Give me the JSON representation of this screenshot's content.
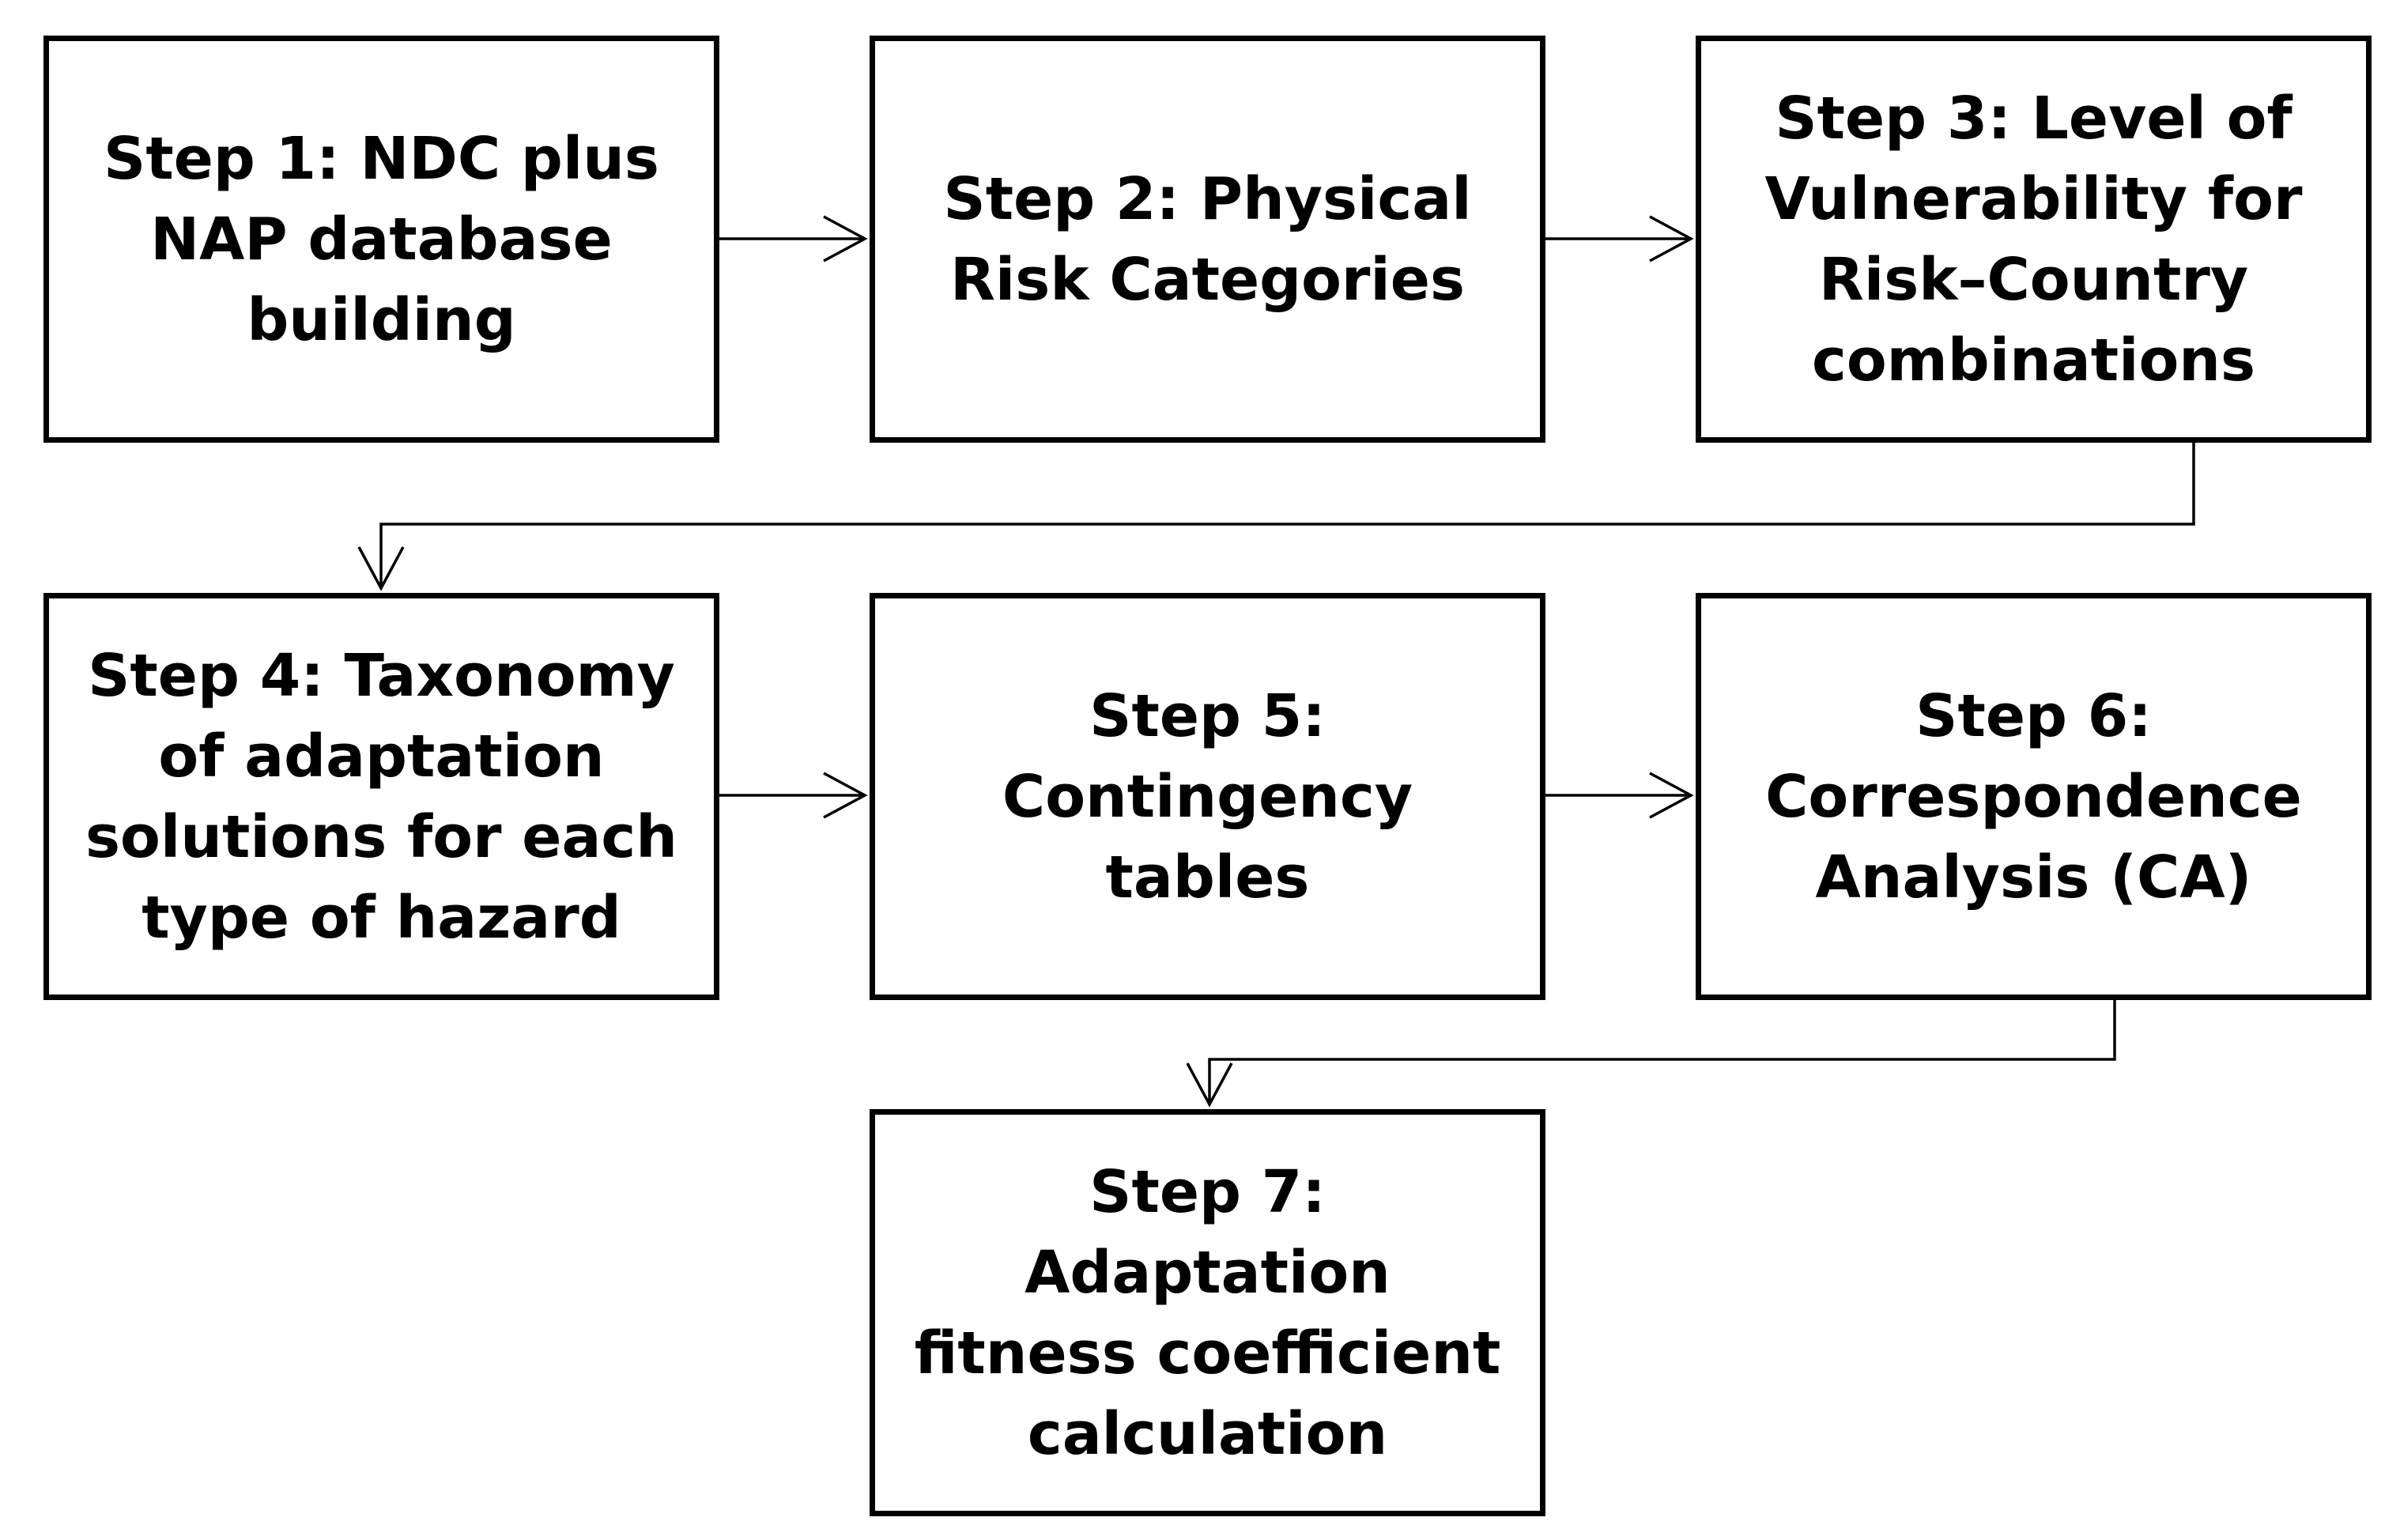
{
  "steps": [
    {
      "id": 1,
      "label": "Step 1: NDC plus NAP database building"
    },
    {
      "id": 2,
      "label": "Step 2: Physical Risk Categories"
    },
    {
      "id": 3,
      "label": "Step 3: Level of Vulnerability for Risk–Country combinations"
    },
    {
      "id": 4,
      "label": "Step 4: Taxonomy of adaptation solutions for each type of hazard"
    },
    {
      "id": 5,
      "label": "Step 5: Contingency tables"
    },
    {
      "id": 6,
      "label": "Step 6: Correspondence Analysis (CA)"
    },
    {
      "id": 7,
      "label": "Step 7: Adaptation fitness coefficient calculation"
    }
  ],
  "flow": [
    {
      "from": 1,
      "to": 2
    },
    {
      "from": 2,
      "to": 3
    },
    {
      "from": 3,
      "to": 4
    },
    {
      "from": 4,
      "to": 5
    },
    {
      "from": 5,
      "to": 6
    },
    {
      "from": 6,
      "to": 7
    }
  ],
  "colors": {
    "border": "#000000",
    "text": "#000000",
    "background": "#ffffff"
  }
}
